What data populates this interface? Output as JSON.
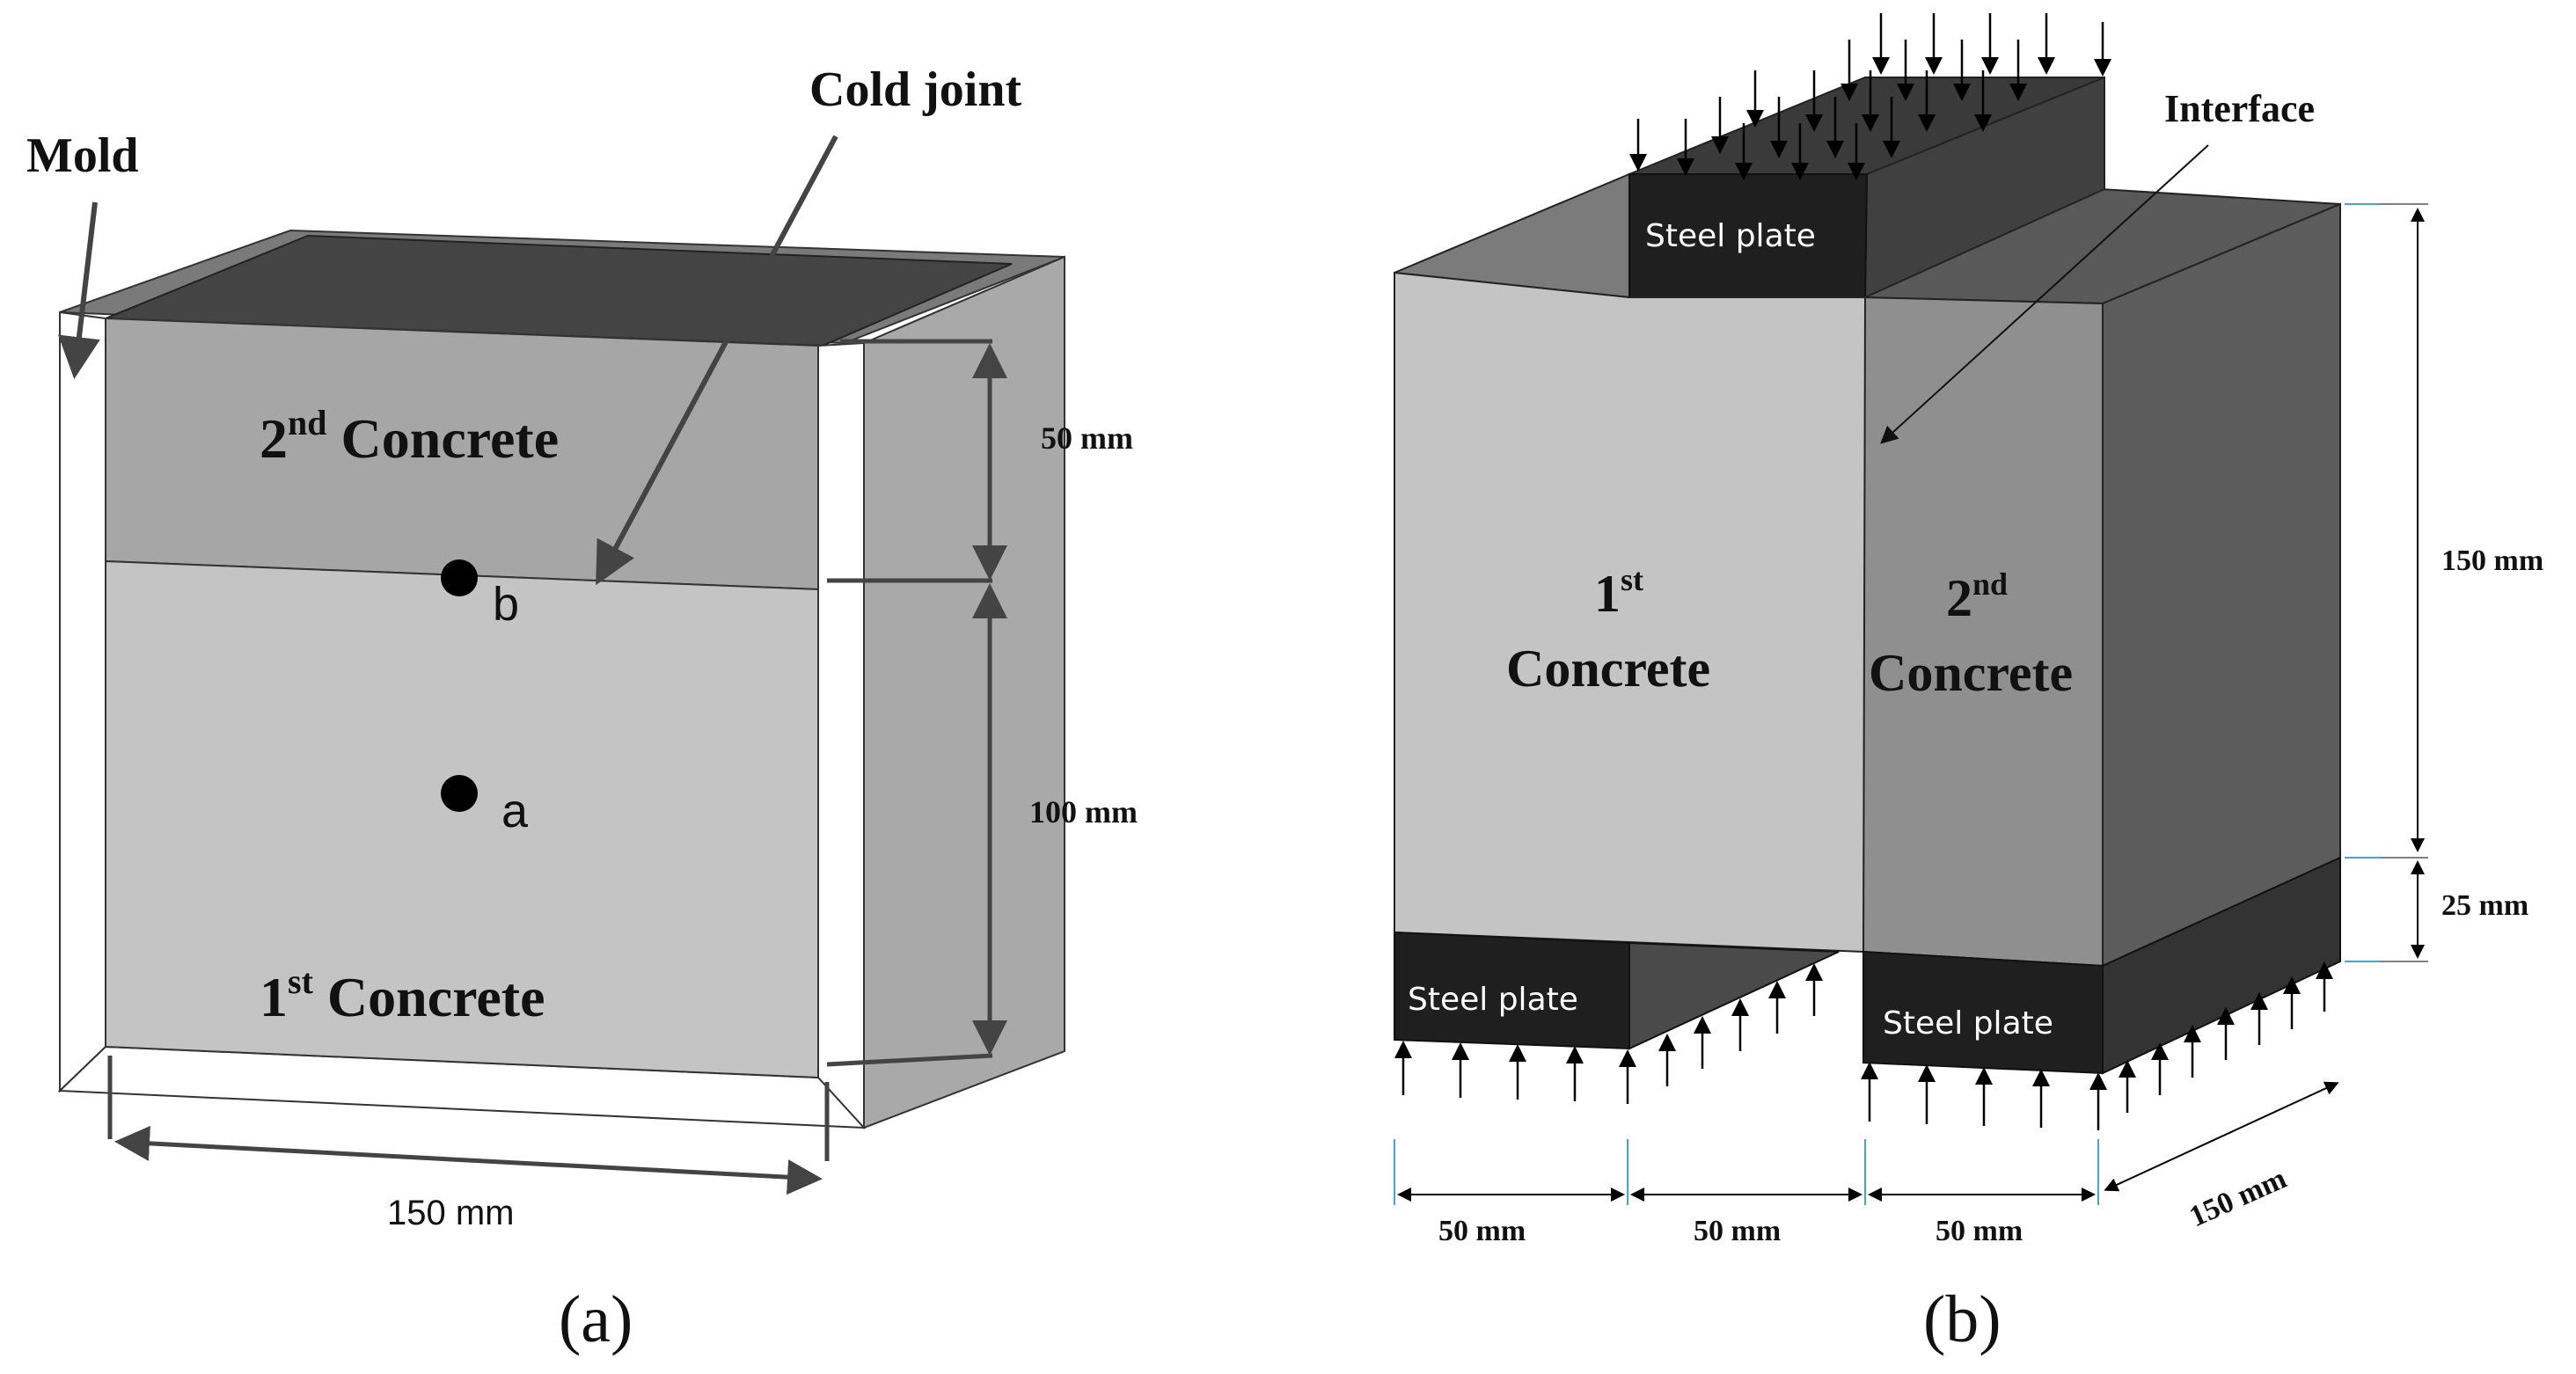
{
  "panel_a": {
    "mold_label": "Mold",
    "cold_joint_label": "Cold joint",
    "second_concrete": {
      "ordinal": "2",
      "sup": "nd",
      "word": " Concrete"
    },
    "first_concrete": {
      "ordinal": "1",
      "sup": "st",
      "word": " Concrete"
    },
    "point_a": "a",
    "point_b": "b",
    "dim_top": "50 mm",
    "dim_middle": "100 mm",
    "dim_width": "150 mm",
    "caption": "(a)"
  },
  "panel_b": {
    "interface_label": "Interface",
    "steel_plate_label": "Steel plate",
    "first_concrete": {
      "ordinal": "1",
      "sup": "st",
      "word": "Concrete"
    },
    "second_concrete": {
      "ordinal": "2",
      "sup": "nd",
      "word": "Concrete"
    },
    "dim_height": "150 mm",
    "dim_plate": "25 mm",
    "dim_depth": "150 mm",
    "dim_bottom": [
      "50 mm",
      "50 mm",
      "50 mm"
    ],
    "caption": "(b)"
  },
  "colors": {
    "light_grey": "#c4c4c4",
    "mid_grey": "#a6a6a6",
    "dark_grey": "#404040",
    "charcoal": "#1f1f1f",
    "side_grey": "#6e6e6e"
  }
}
